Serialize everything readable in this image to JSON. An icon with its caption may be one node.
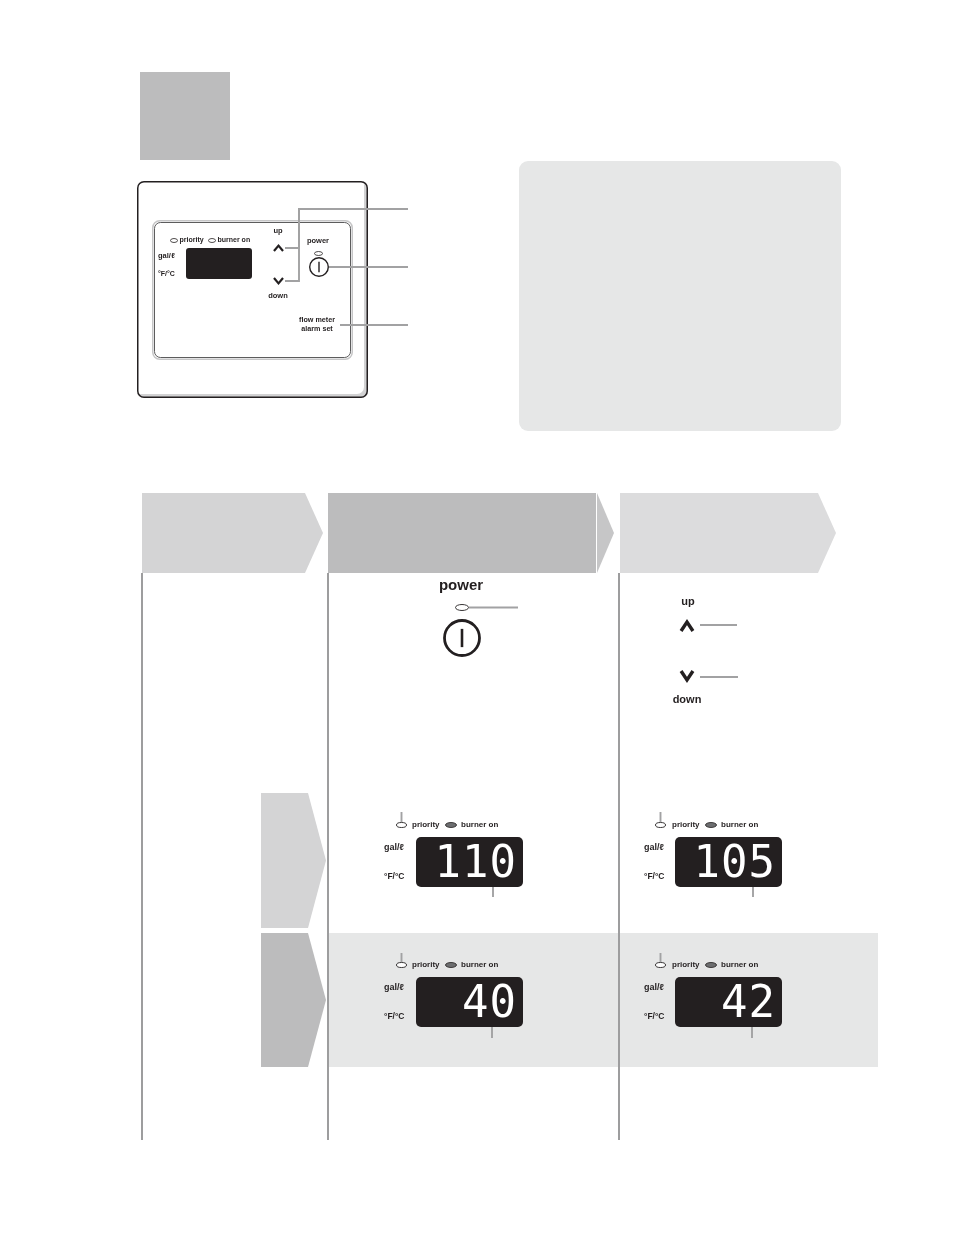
{
  "diagram": {
    "nodes": [
      {
        "text": [],
        "shape": "box"
      },
      {
        "text": [],
        "shape": "box"
      },
      {
        "text": [],
        "shape": "box",
        "in": 1
      },
      {
        "text": [],
        "shape": "caret",
        "in": 1
      },
      {
        "text": [],
        "shape": "circle",
        "in": 1
      },
      {
        "text": [],
        "shape": "caret",
        "in": 1
      },
      {
        "text": [
          "flow meter alarm set"
        ],
        "in": 1
      },
      {
        "text": [],
        "shape": "box"
      },
      {
        "text": [],
        "shape": "chevron"
      },
      {
        "text": [],
        "shape": "chevron"
      },
      {
        "text": [],
        "shape": "chevron"
      },
      {
        "text": [],
        "shape": "oval"
      },
      {
        "text": [],
        "shape": "caret"
      },
      {
        "text": [],
        "shape": "caret"
      },
      {
        "text": [],
        "shape": "chevron"
      },
      {
        "text": [],
        "shape": "oval"
      },
      {
        "text": [
          "110"
        ]
      },
      {
        "text": [],
        "shape": "oval"
      },
      {
        "text": [
          "105"
        ]
      },
      {
        "text": [],
        "shape": "chevron"
      },
      {
        "text": [],
        "shape": "band"
      },
      {
        "text": [],
        "shape": "oval",
        "in": 20
      },
      {
        "text": [
          "40"
        ],
        "in": 20
      },
      {
        "text": [],
        "shape": "oval",
        "in": 20
      },
      {
        "text": [
          "42"
        ],
        "in": 20
      }
    ],
    "edges": [
      {
        "from": null,
        "to": 3,
        "arrow": "none"
      },
      {
        "from": null,
        "to": 5,
        "arrow": "none"
      },
      {
        "from": null,
        "to": 4,
        "arrow": "none"
      },
      {
        "from": null,
        "to": 6,
        "arrow": "none"
      },
      {
        "from": null,
        "to": 11,
        "arrow": "none"
      },
      {
        "from": null,
        "to": 12,
        "arrow": "none"
      },
      {
        "from": null,
        "to": 13,
        "arrow": "none"
      },
      {
        "from": null,
        "to": 15,
        "arrow": "none"
      },
      {
        "from": null,
        "to": 16,
        "arrow": "none"
      },
      {
        "from": null,
        "to": 17,
        "arrow": "none"
      },
      {
        "from": null,
        "to": 18,
        "arrow": "none"
      },
      {
        "from": null,
        "to": 21,
        "arrow": "none"
      },
      {
        "from": null,
        "to": 22,
        "arrow": "none"
      },
      {
        "from": null,
        "to": 23,
        "arrow": "none"
      },
      {
        "from": null,
        "to": 24,
        "arrow": "none"
      }
    ],
    "labels": [
      "up",
      "priority",
      "burner on",
      "power",
      "gal/ℓ",
      "°F/°C",
      "down",
      "power",
      "up",
      "down",
      "priority",
      "burner on",
      "gal/ℓ",
      "°F/°C",
      "priority",
      "burner on",
      "gal/ℓ",
      "°F/°C",
      "priority",
      "burner on",
      "gal/ℓ",
      "°F/°C",
      "priority",
      "burner on",
      "gal/ℓ",
      "°F/°C"
    ]
  }
}
